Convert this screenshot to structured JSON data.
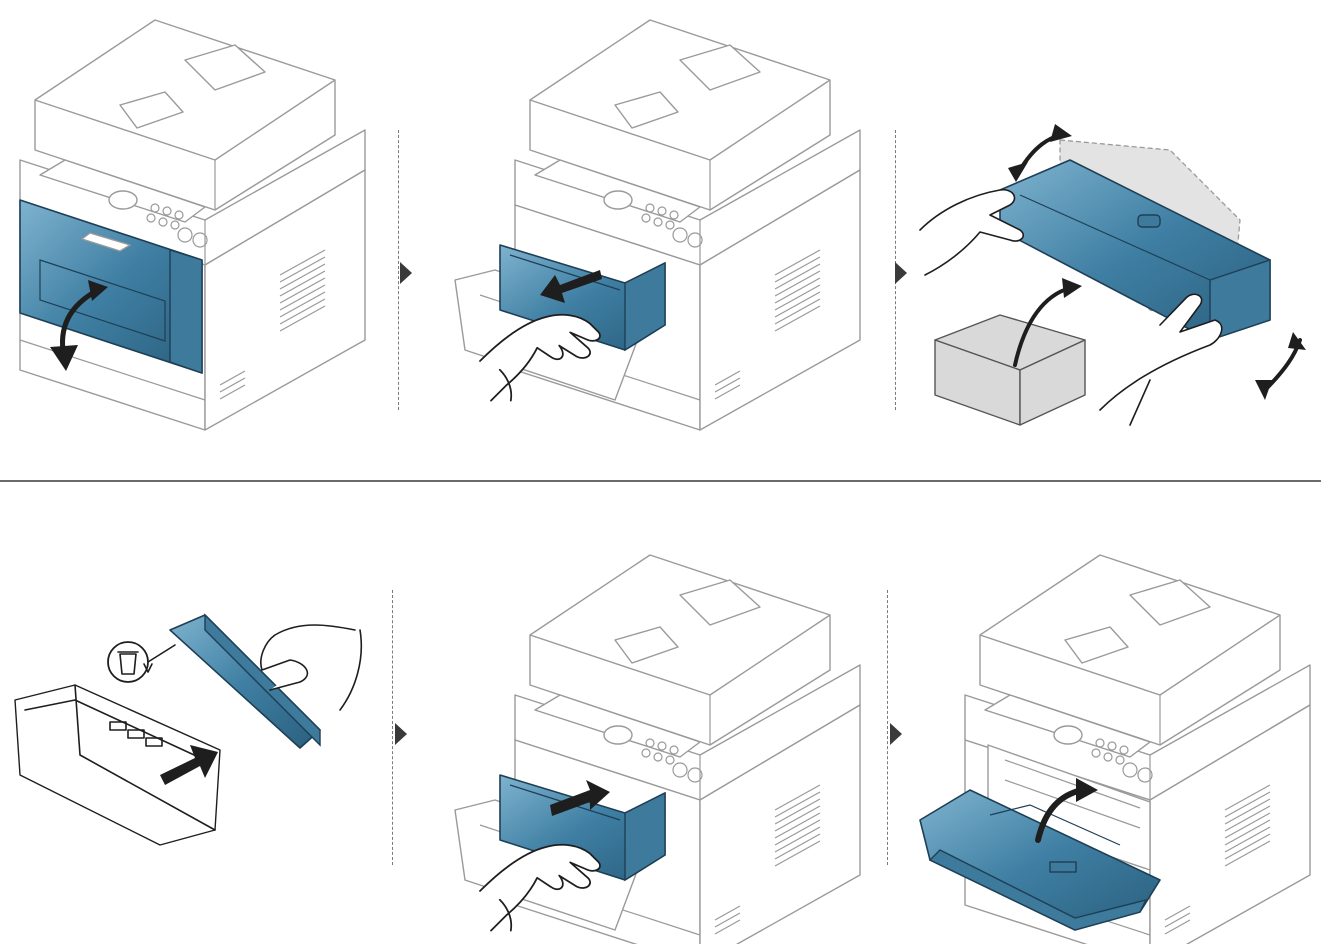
{
  "figure": {
    "rows": [
      {
        "steps": [
          {
            "id": "open-front-cover",
            "icon": "printer-icon"
          },
          {
            "id": "pull-out-cartridge",
            "icon": "toner-cartridge-icon"
          },
          {
            "id": "shake-cartridge",
            "icon": "toner-cartridge-icon"
          }
        ]
      },
      {
        "steps": [
          {
            "id": "remove-protective-cover",
            "icon": "recycle-bin-icon"
          },
          {
            "id": "insert-cartridge",
            "icon": "toner-cartridge-icon"
          },
          {
            "id": "close-front-cover",
            "icon": "printer-icon"
          }
        ]
      }
    ],
    "colors": {
      "accent_blue": "#4d8db0",
      "accent_blue_dark": "#1e3f55",
      "line_gray": "#9a9a9a",
      "arrow_black": "#1e1e1e",
      "box_gray": "#d9d9d9"
    }
  }
}
